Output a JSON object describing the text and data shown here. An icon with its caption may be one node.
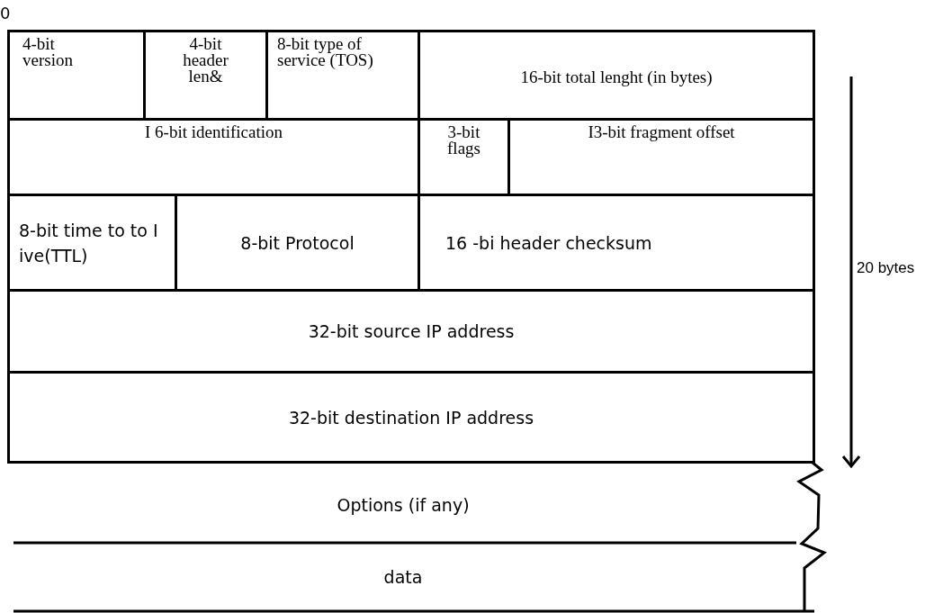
{
  "diagram": {
    "nodes": [
      {
        "text": [
          "4-bit version"
        ]
      },
      {
        "text": [
          "4-bit header len&"
        ]
      },
      {
        "text": [
          "8-bit type of service (TOS)"
        ]
      },
      {
        "text": [
          "16-bit total lenght (in bytes)"
        ]
      },
      {
        "text": [
          "I 6-bit identification"
        ]
      },
      {
        "text": [
          "3-bit flags"
        ]
      },
      {
        "text": [
          "I3-bit fragment offset"
        ]
      },
      {
        "text": [
          "8-bit time to to I ive(TTL)"
        ]
      },
      {
        "text": [
          "8-bit Protocol"
        ]
      },
      {
        "text": [
          "16 -bi header checksum"
        ]
      },
      {
        "text": [
          "32-bit source IP address"
        ]
      },
      {
        "text": [
          "32-bit destination IP address"
        ]
      },
      {
        "text": [
          "Options (if any)"
        ]
      },
      {
        "text": [
          "data"
        ]
      }
    ],
    "edges": [],
    "labels": [
      "0",
      "20 bytes"
    ]
  }
}
